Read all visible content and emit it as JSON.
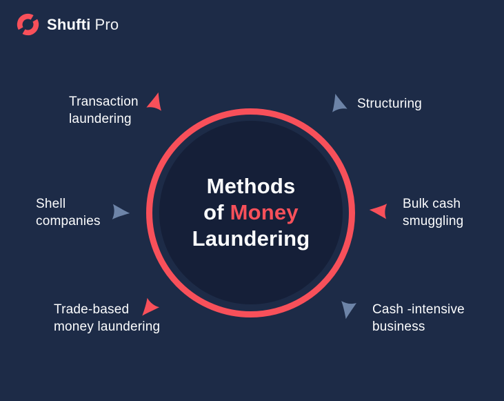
{
  "colors": {
    "bg": "#1d2b47",
    "inner": "#151f38",
    "red": "#f8505a",
    "blue": "#6d84a8",
    "text": "#fcfdfe"
  },
  "logo": {
    "brand_bold": "Shufti",
    "brand_light": "Pro"
  },
  "title": {
    "line1": "Methods",
    "line2_prefix": "of ",
    "line2_highlight": "Money",
    "line3": "Laundering"
  },
  "methods": [
    {
      "name": "transaction-laundering",
      "label": "Transaction\nlaundering",
      "arrow_color": "#f8505a",
      "position": "top-left"
    },
    {
      "name": "structuring",
      "label": "Structuring",
      "arrow_color": "#6d84a8",
      "position": "top-right"
    },
    {
      "name": "shell-companies",
      "label": "Shell\ncompanies",
      "arrow_color": "#6d84a8",
      "position": "left"
    },
    {
      "name": "bulk-cash-smuggling",
      "label": "Bulk cash\nsmuggling",
      "arrow_color": "#f8505a",
      "position": "right"
    },
    {
      "name": "trade-based-money-laundering",
      "label": "Trade-based\nmoney laundering",
      "arrow_color": "#f8505a",
      "position": "bottom-left"
    },
    {
      "name": "cash-intensive-business",
      "label": "Cash -intensive\nbusiness",
      "arrow_color": "#6d84a8",
      "position": "bottom-right"
    }
  ]
}
